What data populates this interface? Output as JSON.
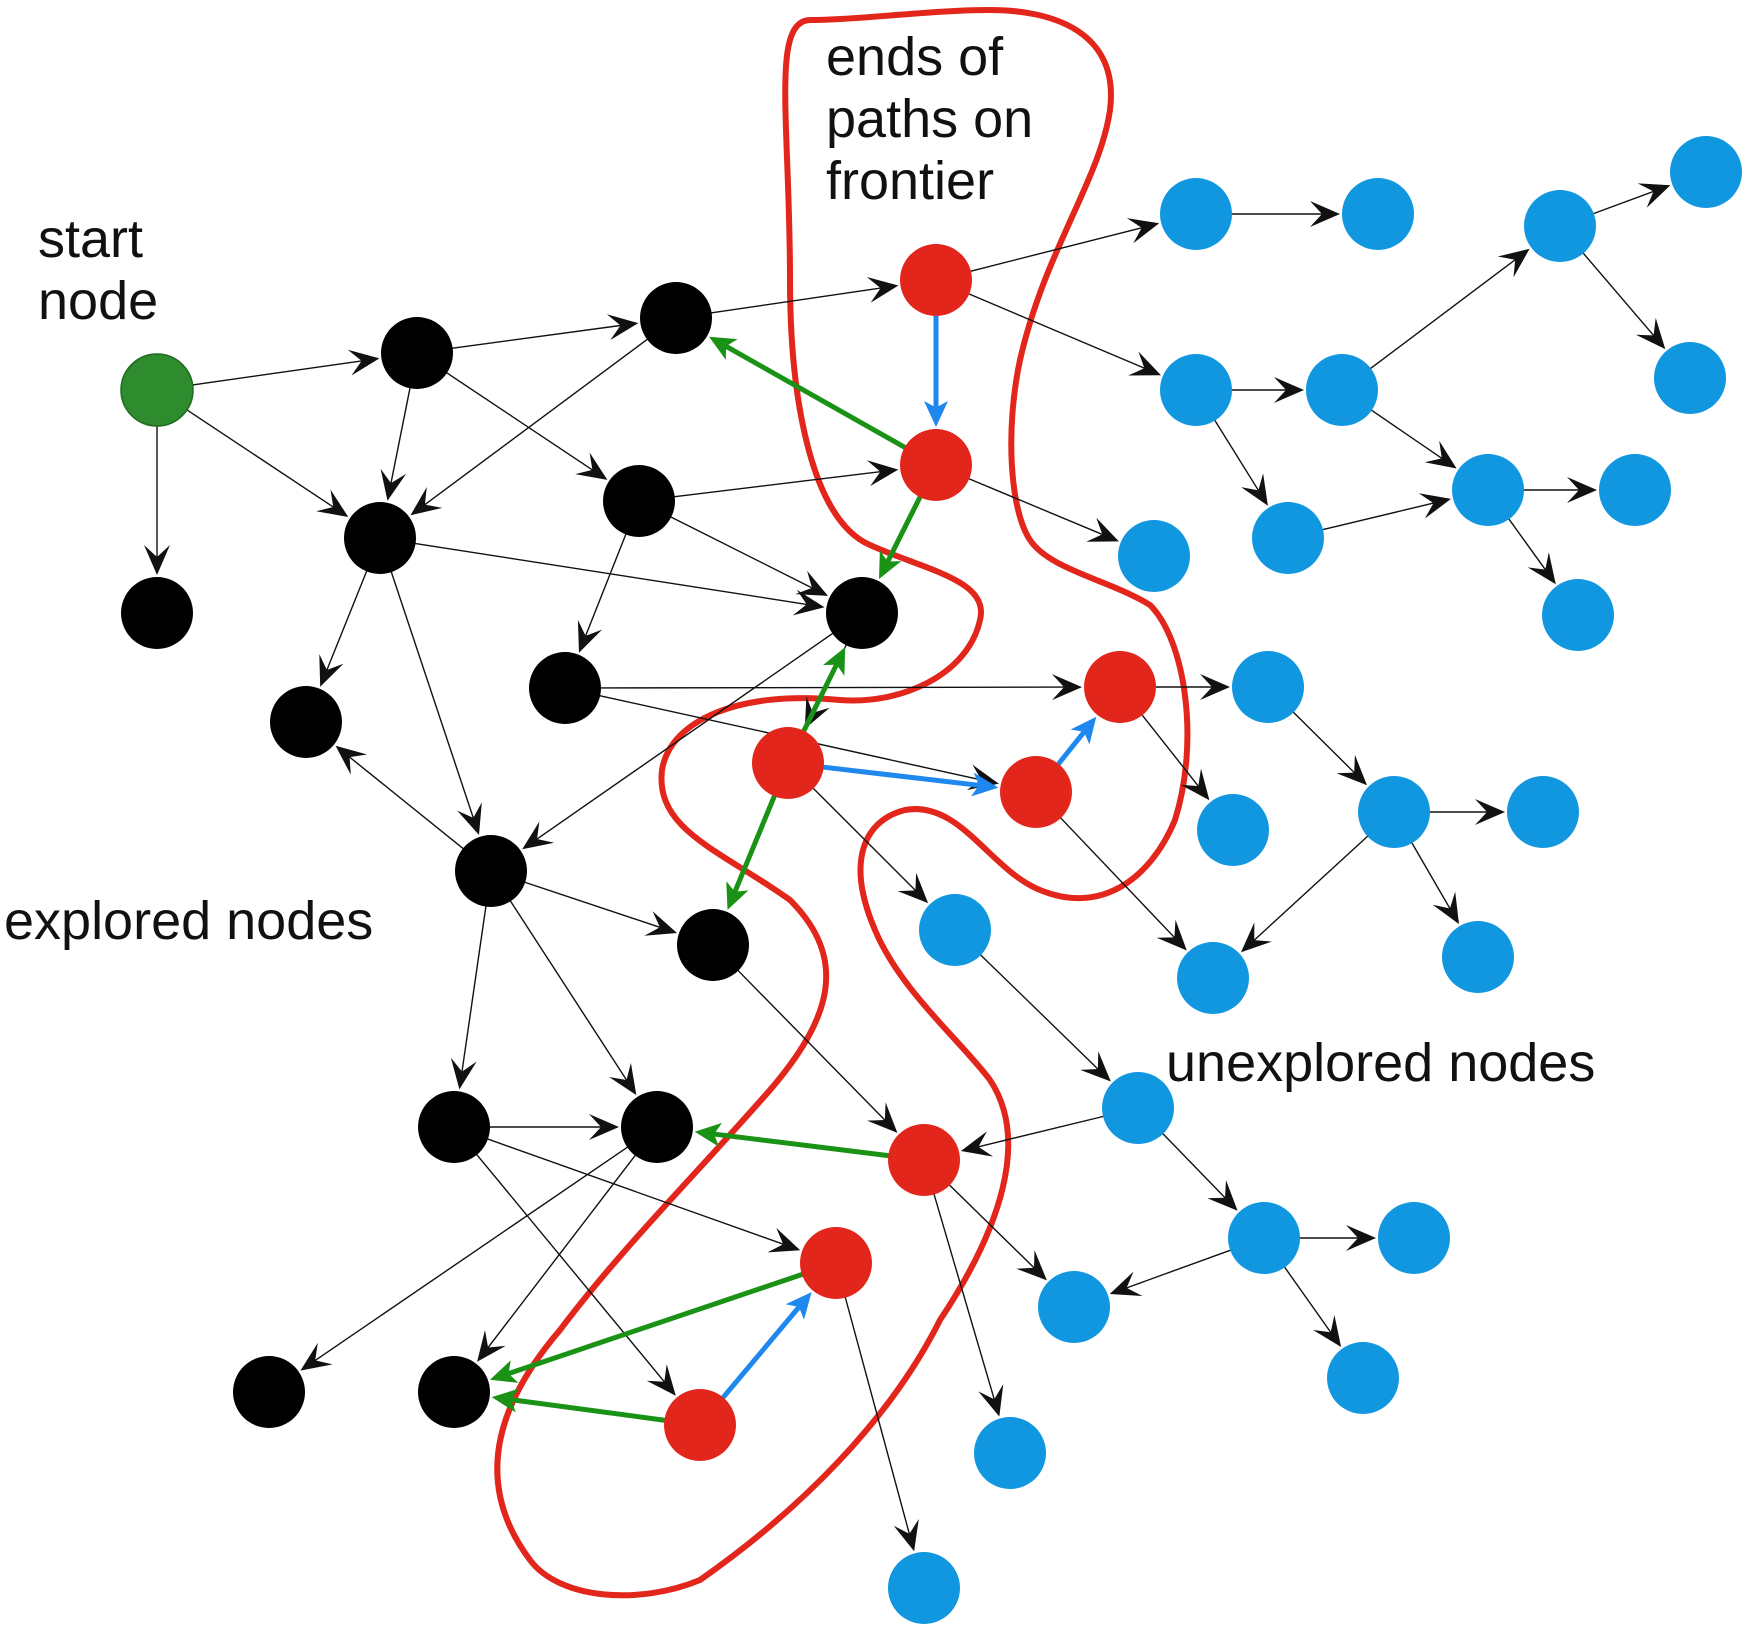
{
  "labels": {
    "start_line1": "start",
    "start_line2": "node",
    "ends_line1": "ends of",
    "ends_line2": "paths on",
    "ends_line3": "frontier",
    "explored": "explored nodes",
    "unexplored": "unexplored nodes"
  },
  "colors": {
    "start": "#2e8b2e",
    "explored": "#000000",
    "frontier": "#e2261c",
    "unexplored": "#1196e0",
    "edge": "#111111",
    "path_edge": "#1a9216",
    "frontier_edge": "#1e88ee",
    "boundary": "#e2261c"
  },
  "graph": {
    "nodes": [
      {
        "id": "S",
        "kind": "start"
      },
      {
        "id": "A",
        "kind": "explored"
      },
      {
        "id": "B",
        "kind": "explored"
      },
      {
        "id": "C",
        "kind": "explored"
      },
      {
        "id": "D",
        "kind": "explored"
      },
      {
        "id": "E",
        "kind": "explored"
      },
      {
        "id": "F",
        "kind": "explored"
      },
      {
        "id": "G",
        "kind": "explored"
      },
      {
        "id": "H",
        "kind": "explored"
      },
      {
        "id": "I",
        "kind": "explored"
      },
      {
        "id": "J",
        "kind": "explored"
      },
      {
        "id": "K",
        "kind": "explored"
      },
      {
        "id": "L",
        "kind": "explored"
      },
      {
        "id": "M",
        "kind": "explored"
      },
      {
        "id": "N",
        "kind": "explored"
      },
      {
        "id": "R1",
        "kind": "frontier"
      },
      {
        "id": "R2",
        "kind": "frontier"
      },
      {
        "id": "R3",
        "kind": "frontier"
      },
      {
        "id": "R4",
        "kind": "frontier"
      },
      {
        "id": "R5",
        "kind": "frontier"
      },
      {
        "id": "R6",
        "kind": "frontier"
      },
      {
        "id": "R7",
        "kind": "frontier"
      },
      {
        "id": "R8",
        "kind": "frontier"
      },
      {
        "id": "U1",
        "kind": "unexplored"
      },
      {
        "id": "U2",
        "kind": "unexplored"
      },
      {
        "id": "U3",
        "kind": "unexplored"
      },
      {
        "id": "U4",
        "kind": "unexplored"
      },
      {
        "id": "U5",
        "kind": "unexplored"
      },
      {
        "id": "U6",
        "kind": "unexplored"
      },
      {
        "id": "U7",
        "kind": "unexplored"
      },
      {
        "id": "U8",
        "kind": "unexplored"
      },
      {
        "id": "U9",
        "kind": "unexplored"
      },
      {
        "id": "U10",
        "kind": "unexplored"
      },
      {
        "id": "U11",
        "kind": "unexplored"
      },
      {
        "id": "U12",
        "kind": "unexplored"
      },
      {
        "id": "U13",
        "kind": "unexplored"
      },
      {
        "id": "U14",
        "kind": "unexplored"
      },
      {
        "id": "U15",
        "kind": "unexplored"
      },
      {
        "id": "U16",
        "kind": "unexplored"
      },
      {
        "id": "U17",
        "kind": "unexplored"
      },
      {
        "id": "U18",
        "kind": "unexplored"
      },
      {
        "id": "U19",
        "kind": "unexplored"
      },
      {
        "id": "U20",
        "kind": "unexplored"
      },
      {
        "id": "U21",
        "kind": "unexplored"
      },
      {
        "id": "U22",
        "kind": "unexplored"
      },
      {
        "id": "U23",
        "kind": "unexplored"
      },
      {
        "id": "U24",
        "kind": "unexplored"
      },
      {
        "id": "U25",
        "kind": "unexplored"
      },
      {
        "id": "U26",
        "kind": "unexplored"
      }
    ],
    "edges": [
      {
        "from": "S",
        "to": "A",
        "kind": "normal"
      },
      {
        "from": "S",
        "to": "D",
        "kind": "normal"
      },
      {
        "from": "S",
        "to": "E",
        "kind": "normal"
      },
      {
        "from": "A",
        "to": "B",
        "kind": "normal"
      },
      {
        "from": "A",
        "to": "D",
        "kind": "normal"
      },
      {
        "from": "A",
        "to": "C",
        "kind": "normal"
      },
      {
        "from": "B",
        "to": "R1",
        "kind": "normal"
      },
      {
        "from": "B",
        "to": "D",
        "kind": "normal"
      },
      {
        "from": "C",
        "to": "R2",
        "kind": "normal"
      },
      {
        "from": "C",
        "to": "H",
        "kind": "normal"
      },
      {
        "from": "C",
        "to": "G",
        "kind": "normal"
      },
      {
        "from": "D",
        "to": "F",
        "kind": "normal"
      },
      {
        "from": "D",
        "to": "H",
        "kind": "normal"
      },
      {
        "from": "D",
        "to": "I",
        "kind": "normal"
      },
      {
        "from": "H",
        "to": "I",
        "kind": "normal"
      },
      {
        "from": "H",
        "to": "R3",
        "kind": "normal"
      },
      {
        "from": "I",
        "to": "F",
        "kind": "normal"
      },
      {
        "from": "I",
        "to": "J",
        "kind": "normal"
      },
      {
        "from": "I",
        "to": "K",
        "kind": "normal"
      },
      {
        "from": "I",
        "to": "L",
        "kind": "normal"
      },
      {
        "from": "G",
        "to": "R4",
        "kind": "normal"
      },
      {
        "from": "G",
        "to": "R5",
        "kind": "normal"
      },
      {
        "from": "L",
        "to": "K",
        "kind": "normal"
      },
      {
        "from": "L",
        "to": "R7",
        "kind": "normal"
      },
      {
        "from": "L",
        "to": "R8",
        "kind": "normal"
      },
      {
        "from": "K",
        "to": "M",
        "kind": "normal"
      },
      {
        "from": "K",
        "to": "N",
        "kind": "normal"
      },
      {
        "from": "J",
        "to": "R6",
        "kind": "normal"
      },
      {
        "from": "R1",
        "to": "U1",
        "kind": "normal"
      },
      {
        "from": "R1",
        "to": "U3",
        "kind": "normal"
      },
      {
        "from": "U1",
        "to": "U2",
        "kind": "normal"
      },
      {
        "from": "U3",
        "to": "U4",
        "kind": "normal"
      },
      {
        "from": "U3",
        "to": "U9",
        "kind": "normal"
      },
      {
        "from": "U4",
        "to": "U5",
        "kind": "normal"
      },
      {
        "from": "U4",
        "to": "U7",
        "kind": "normal"
      },
      {
        "from": "U5",
        "to": "U6",
        "kind": "normal"
      },
      {
        "from": "U5",
        "to": "U10",
        "kind": "normal"
      },
      {
        "from": "U9",
        "to": "U7",
        "kind": "normal"
      },
      {
        "from": "U7",
        "to": "U8",
        "kind": "normal"
      },
      {
        "from": "U7",
        "to": "U11",
        "kind": "normal"
      },
      {
        "from": "R2",
        "to": "U12",
        "kind": "normal"
      },
      {
        "from": "R4",
        "to": "U13",
        "kind": "normal"
      },
      {
        "from": "R4",
        "to": "U14",
        "kind": "normal"
      },
      {
        "from": "U13",
        "to": "U15",
        "kind": "normal"
      },
      {
        "from": "U15",
        "to": "U16",
        "kind": "normal"
      },
      {
        "from": "U15",
        "to": "U17",
        "kind": "normal"
      },
      {
        "from": "U15",
        "to": "U19",
        "kind": "normal"
      },
      {
        "from": "R5",
        "to": "U19",
        "kind": "normal"
      },
      {
        "from": "R3",
        "to": "U18",
        "kind": "normal"
      },
      {
        "from": "U18",
        "to": "U20",
        "kind": "normal"
      },
      {
        "from": "U20",
        "to": "R6",
        "kind": "normal"
      },
      {
        "from": "U20",
        "to": "U21",
        "kind": "normal"
      },
      {
        "from": "U21",
        "to": "U22",
        "kind": "normal"
      },
      {
        "from": "U21",
        "to": "U23",
        "kind": "normal"
      },
      {
        "from": "U21",
        "to": "U24",
        "kind": "normal"
      },
      {
        "from": "R6",
        "to": "U23",
        "kind": "normal"
      },
      {
        "from": "R6",
        "to": "U25",
        "kind": "normal"
      },
      {
        "from": "R7",
        "to": "U26",
        "kind": "normal"
      },
      {
        "from": "R2",
        "to": "B",
        "kind": "path"
      },
      {
        "from": "R2",
        "to": "H",
        "kind": "path"
      },
      {
        "from": "R3",
        "to": "H",
        "kind": "path"
      },
      {
        "from": "R3",
        "to": "J",
        "kind": "path"
      },
      {
        "from": "R6",
        "to": "K",
        "kind": "path"
      },
      {
        "from": "R7",
        "to": "N",
        "kind": "path"
      },
      {
        "from": "R8",
        "to": "N",
        "kind": "path"
      },
      {
        "from": "R1",
        "to": "R2",
        "kind": "frontier"
      },
      {
        "from": "R3",
        "to": "R5",
        "kind": "frontier"
      },
      {
        "from": "R5",
        "to": "R4",
        "kind": "frontier"
      },
      {
        "from": "R8",
        "to": "R7",
        "kind": "frontier"
      }
    ]
  }
}
